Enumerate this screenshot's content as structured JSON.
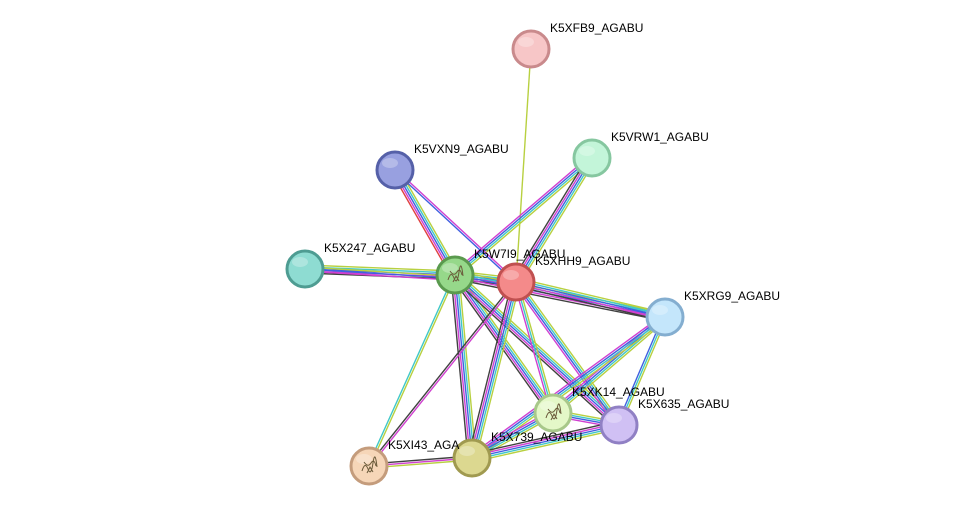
{
  "network": {
    "nodes": [
      {
        "id": "K5XFB9_AGABU",
        "label": "K5XFB9_AGABU",
        "fill": "#f7c6c7",
        "stroke": "#c98a8c",
        "structure": false
      },
      {
        "id": "K5VRW1_AGABU",
        "label": "K5VRW1_AGABU",
        "fill": "#c3f5d9",
        "stroke": "#86c7a0",
        "structure": false
      },
      {
        "id": "K5VXN9_AGABU",
        "label": "K5VXN9_AGABU",
        "fill": "#98a0e0",
        "stroke": "#5560a8",
        "structure": false
      },
      {
        "id": "K5X247_AGABU",
        "label": "K5X247_AGABU",
        "fill": "#8edcd2",
        "stroke": "#4e9c92",
        "structure": false
      },
      {
        "id": "K5W7I9_AGABU",
        "label": "K5W7I9_AGABU",
        "fill": "#96d88a",
        "stroke": "#5a9a4e",
        "structure": true
      },
      {
        "id": "K5XHH9_AGABU",
        "label": "K5XHH9_AGABU",
        "fill": "#f48a8a",
        "stroke": "#c05050",
        "structure": false
      },
      {
        "id": "K5XRG9_AGABU",
        "label": "K5XRG9_AGABU",
        "fill": "#c4e6fb",
        "stroke": "#84aed0",
        "structure": false
      },
      {
        "id": "K5XK14_AGABU",
        "label": "K5XK14_AGABU",
        "fill": "#e4f8c8",
        "stroke": "#a8c88a",
        "structure": true
      },
      {
        "id": "K5X635_AGABU",
        "label": "K5X635_AGABU",
        "fill": "#d0c0f4",
        "stroke": "#9080c4",
        "structure": false
      },
      {
        "id": "K5X739_AGABU",
        "label": "K5X739_AGABU",
        "fill": "#dcd890",
        "stroke": "#a09a50",
        "structure": false
      },
      {
        "id": "K5XI43_AGABU",
        "label": "K5XI43_AGA",
        "fill": "#f6d6b8",
        "stroke": "#c49c7c",
        "structure": true
      }
    ],
    "edges": [
      {
        "source": "K5XFB9_AGABU",
        "target": "K5XHH9_AGABU",
        "colors": [
          "#b8d040"
        ]
      },
      {
        "source": "K5VRW1_AGABU",
        "target": "K5W7I9_AGABU",
        "colors": [
          "#b8d040",
          "#40c8c8",
          "#4060e0",
          "#d040d0"
        ]
      },
      {
        "source": "K5VRW1_AGABU",
        "target": "K5XHH9_AGABU",
        "colors": [
          "#b8d040",
          "#40c8c8",
          "#4060e0",
          "#d040d0",
          "#404040"
        ]
      },
      {
        "source": "K5VXN9_AGABU",
        "target": "K5W7I9_AGABU",
        "colors": [
          "#b8d040",
          "#40c8c8",
          "#4060e0",
          "#d040d0",
          "#e04040"
        ]
      },
      {
        "source": "K5VXN9_AGABU",
        "target": "K5XHH9_AGABU",
        "colors": [
          "#d040d0",
          "#4060e0"
        ]
      },
      {
        "source": "K5X247_AGABU",
        "target": "K5W7I9_AGABU",
        "colors": [
          "#b8d040",
          "#40c8c8",
          "#4060e0",
          "#d040d0",
          "#404040"
        ]
      },
      {
        "source": "K5X247_AGABU",
        "target": "K5XHH9_AGABU",
        "colors": [
          "#b8d040",
          "#4060e0",
          "#d040d0"
        ]
      },
      {
        "source": "K5W7I9_AGABU",
        "target": "K5XHH9_AGABU",
        "colors": [
          "#b8d040",
          "#40c8c8",
          "#4060e0",
          "#d040d0",
          "#404040"
        ]
      },
      {
        "source": "K5W7I9_AGABU",
        "target": "K5XRG9_AGABU",
        "colors": [
          "#b8d040",
          "#40c8c8",
          "#4060e0",
          "#d040d0",
          "#404040"
        ]
      },
      {
        "source": "K5W7I9_AGABU",
        "target": "K5XK14_AGABU",
        "colors": [
          "#b8d040",
          "#40c8c8",
          "#4060e0",
          "#d040d0",
          "#404040"
        ]
      },
      {
        "source": "K5W7I9_AGABU",
        "target": "K5X635_AGABU",
        "colors": [
          "#b8d040",
          "#40c8c8",
          "#4060e0",
          "#d040d0",
          "#404040"
        ]
      },
      {
        "source": "K5W7I9_AGABU",
        "target": "K5X739_AGABU",
        "colors": [
          "#b8d040",
          "#40c8c8",
          "#4060e0",
          "#d040d0",
          "#404040"
        ]
      },
      {
        "source": "K5W7I9_AGABU",
        "target": "K5XI43_AGABU",
        "colors": [
          "#b8d040",
          "#40c8c8"
        ]
      },
      {
        "source": "K5XHH9_AGABU",
        "target": "K5XRG9_AGABU",
        "colors": [
          "#b8d040",
          "#40c8c8",
          "#4060e0",
          "#d040d0",
          "#404040"
        ]
      },
      {
        "source": "K5XHH9_AGABU",
        "target": "K5XK14_AGABU",
        "colors": [
          "#b8d040",
          "#40c8c8",
          "#d040d0"
        ]
      },
      {
        "source": "K5XHH9_AGABU",
        "target": "K5X635_AGABU",
        "colors": [
          "#b8d040",
          "#40c8c8",
          "#4060e0",
          "#d040d0"
        ]
      },
      {
        "source": "K5XHH9_AGABU",
        "target": "K5X739_AGABU",
        "colors": [
          "#b8d040",
          "#40c8c8",
          "#4060e0",
          "#d040d0",
          "#404040"
        ]
      },
      {
        "source": "K5XHH9_AGABU",
        "target": "K5XI43_AGABU",
        "colors": [
          "#d040d0",
          "#404040"
        ]
      },
      {
        "source": "K5XRG9_AGABU",
        "target": "K5XK14_AGABU",
        "colors": [
          "#b8d040",
          "#40c8c8",
          "#4060e0",
          "#d040d0"
        ]
      },
      {
        "source": "K5XRG9_AGABU",
        "target": "K5X635_AGABU",
        "colors": [
          "#b8d040",
          "#40c8c8",
          "#4060e0"
        ]
      },
      {
        "source": "K5XRG9_AGABU",
        "target": "K5X739_AGABU",
        "colors": [
          "#b8d040",
          "#40c8c8",
          "#4060e0",
          "#d040d0"
        ]
      },
      {
        "source": "K5XK14_AGABU",
        "target": "K5X635_AGABU",
        "colors": [
          "#b8d040",
          "#40c8c8",
          "#4060e0",
          "#d040d0"
        ]
      },
      {
        "source": "K5XK14_AGABU",
        "target": "K5X739_AGABU",
        "colors": [
          "#b8d040",
          "#40c8c8",
          "#4060e0",
          "#d040d0"
        ]
      },
      {
        "source": "K5X635_AGABU",
        "target": "K5X739_AGABU",
        "colors": [
          "#b8d040",
          "#40c8c8",
          "#4060e0",
          "#d040d0",
          "#404040"
        ]
      },
      {
        "source": "K5X739_AGABU",
        "target": "K5XI43_AGABU",
        "colors": [
          "#b8d040",
          "#d040d0",
          "#404040"
        ]
      }
    ]
  }
}
